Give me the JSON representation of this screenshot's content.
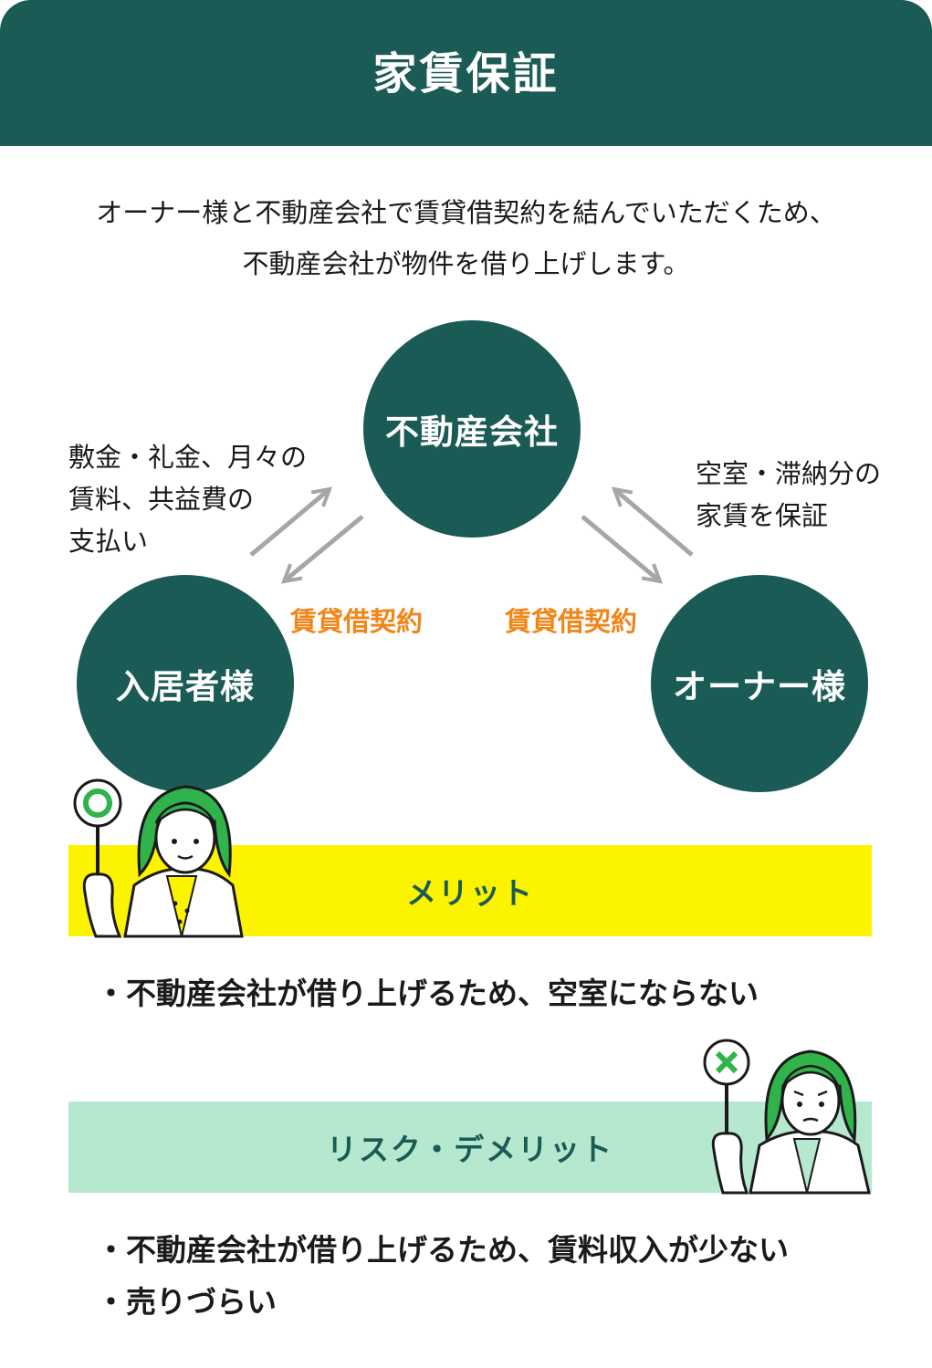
{
  "header": {
    "title": "家賃保証"
  },
  "intro": {
    "line1": "オーナー様と不動産会社で賃貸借契約を結んでいただくため、",
    "line2": "不動産会社が物件を借り上げします。"
  },
  "diagram": {
    "center_node": "不動産会社",
    "left_node": "入居者様",
    "right_node": "オーナー様",
    "left_note": [
      "敷金・礼金、月々の",
      "賃料、共益費の",
      "支払い"
    ],
    "right_note": [
      "空室・滞納分の",
      "家賃を保証"
    ],
    "left_contract": "賃貸借契約",
    "right_contract": "賃貸借契約"
  },
  "merit": {
    "title": "メリット",
    "items": [
      "・不動産会社が借り上げるため、空室にならない"
    ]
  },
  "risk": {
    "title": "リスク・デメリット",
    "items": [
      "・不動産会社が借り上げるため、賃料収入が少ない",
      "・売りづらい"
    ]
  },
  "colors": {
    "primary": "#1b5b55",
    "accent_orange": "#f08619",
    "merit_band": "#fbf300",
    "risk_band": "#b6e8cf",
    "person_hair": "#2fb34a",
    "arrow": "#a6a6a6"
  }
}
